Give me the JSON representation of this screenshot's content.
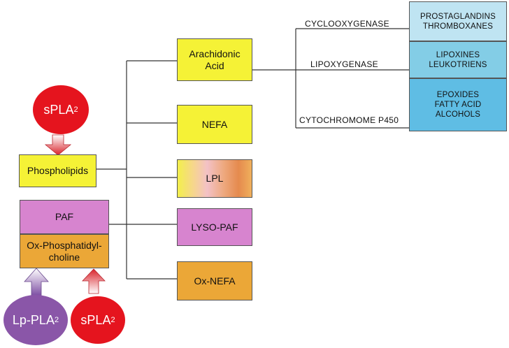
{
  "boxes": {
    "phospholipids": "Phospholipids",
    "paf": "PAF",
    "ox_phosphatidylcholine": "Ox-Phosphatidyl-\ncholine",
    "arachidonic_acid": "Arachidonic\nAcid",
    "nefa": "NEFA",
    "lpl": "LPL",
    "lyso_paf": "LYSO-PAF",
    "ox_nefa": "Ox-NEFA",
    "prostaglandins": "PROSTAGLANDINS\nTHROMBOXANES",
    "lipoxines": "LIPOXINES\nLEUKOTRIENS",
    "epoxides": "EPOXIDES\nFATTY ACID\nALCOHOLS"
  },
  "enzymes": {
    "cyclooxygenase": "CYCLOOXYGENASE",
    "lipoxygenase": "LIPOXYGENASE",
    "cytochrome": "CYTOCHROMOME P450"
  },
  "circles": {
    "spla2_top_main": "sPLA",
    "spla2_top_sub": "2",
    "lp_pla2_main": "Lp-PLA",
    "lp_pla2_sub": "2",
    "spla2_bottom_main": "sPLA",
    "spla2_bottom_sub": "2"
  },
  "colors": {
    "yellow": "#f5f236",
    "pink": "#d784cf",
    "orange": "#eba737",
    "blue": "#5fbde4",
    "red": "#e5141e",
    "purple": "#8a56a8"
  }
}
